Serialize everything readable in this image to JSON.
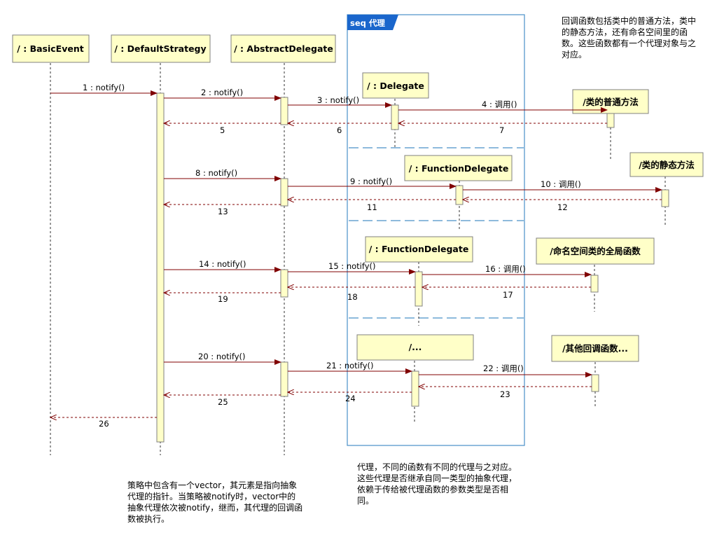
{
  "frame": {
    "label": "seq 代理"
  },
  "participants": [
    {
      "id": "basic",
      "label": "/ : BasicEvent"
    },
    {
      "id": "strategy",
      "label": "/ : DefaultStrategy"
    },
    {
      "id": "abstract",
      "label": "/ : AbstractDelegate"
    },
    {
      "id": "delegate",
      "label": "/ : Delegate"
    },
    {
      "id": "func1",
      "label": "/ : FunctionDelegate"
    },
    {
      "id": "func2",
      "label": "/ : FunctionDelegate"
    },
    {
      "id": "other",
      "label": "/..."
    },
    {
      "id": "member",
      "label": "/类的普通方法"
    },
    {
      "id": "static",
      "label": "/类的静态方法"
    },
    {
      "id": "global",
      "label": "/命名空间类的全局函数"
    },
    {
      "id": "others",
      "label": "/其他回调函数..."
    }
  ],
  "messages": [
    {
      "label": "1 : notify()"
    },
    {
      "label": "2 : notify()"
    },
    {
      "label": "3 : notify()"
    },
    {
      "label": "4 : 调用()"
    },
    {
      "label": "5"
    },
    {
      "label": "6"
    },
    {
      "label": "7"
    },
    {
      "label": "8 : notify()"
    },
    {
      "label": "9 : notify()"
    },
    {
      "label": "10 : 调用()"
    },
    {
      "label": "11"
    },
    {
      "label": "12"
    },
    {
      "label": "13"
    },
    {
      "label": "14 : notify()"
    },
    {
      "label": "15 : notify()"
    },
    {
      "label": "16 : 调用()"
    },
    {
      "label": "17"
    },
    {
      "label": "18"
    },
    {
      "label": "19"
    },
    {
      "label": "20 : notify()"
    },
    {
      "label": "21 : notify()"
    },
    {
      "label": "22 : 调用()"
    },
    {
      "label": "23"
    },
    {
      "label": "24"
    },
    {
      "label": "25"
    },
    {
      "label": "26"
    }
  ],
  "notes": {
    "top_right": "回调函数包括类中的普通方法，类中的静态方法，还有命名空间里的函数。这些函数都有一个代理对象与之对应。",
    "bottom_left": "策略中包含有一个vector，其元素是指向抽象代理的指针。当策略被notify时，vector中的抽象代理依次被notify，继而，其代理的回调函数被执行。",
    "bottom_middle": "代理，不同的函数有不同的代理与之对应。这些代理是否继承自同一类型的抽象代理，依赖于传给被代理函数的参数类型是否相同。"
  },
  "colors": {
    "box_fill": "#ffffc8",
    "box_stroke": "#808080",
    "message": "#800000",
    "frame": "#4a90c8",
    "frame_tab": "#1a66cc",
    "lifeline": "#333333"
  }
}
